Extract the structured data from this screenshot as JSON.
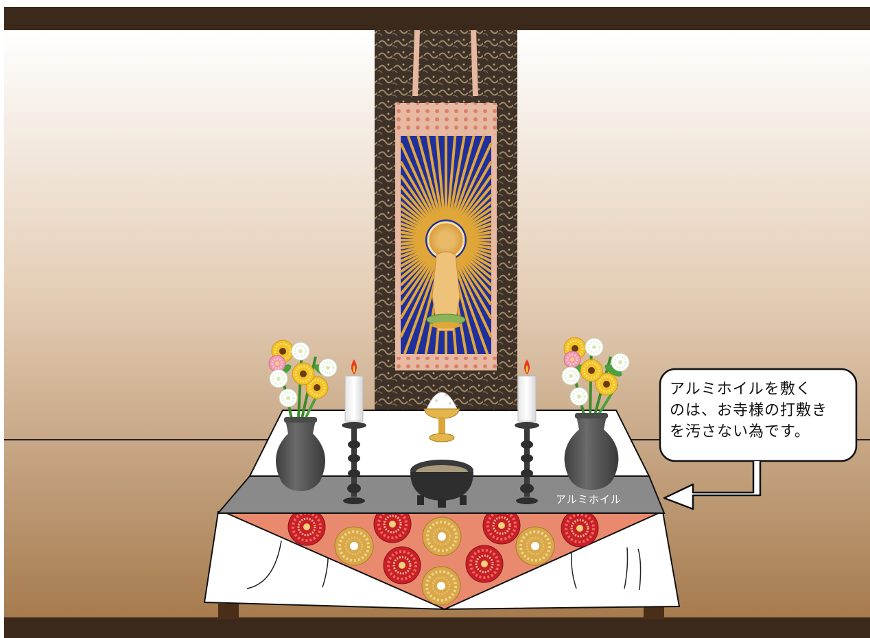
{
  "callout": {
    "lines": [
      "アルミホイルを敷く",
      "のは、お寺様の打敷き",
      "を汚さない為です。"
    ]
  },
  "foil_label": "アルミホイル",
  "icons": [
    "hanging-scroll-icon",
    "buddha-figure-icon",
    "flower-vase-icon",
    "candle-icon",
    "rice-offering-icon",
    "incense-burner-icon",
    "chrysanthemum-icon",
    "arrow-icon"
  ],
  "colors": {
    "frame": "#3b2a1c",
    "wall_top": "#ffffff",
    "wall_bottom": "#a67b4e",
    "scroll_brocade": "#4a3a2e",
    "scroll_rays_blue": "#1f2f9e",
    "scroll_rays_gold": "#e0a638",
    "aluminum_foil": "#8a8a8a",
    "uchishiki": "#e98a6e",
    "chrysanthemum_red": "#c8202a",
    "chrysanthemum_gold": "#d8a84a",
    "vase": "#555555",
    "candlestick": "#3a3a3a"
  }
}
